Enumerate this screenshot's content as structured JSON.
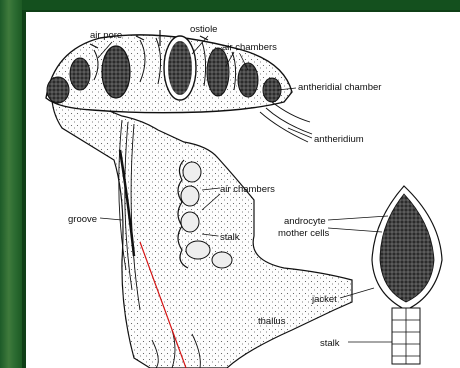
{
  "labels": {
    "air_pore": "air pore",
    "ostiole": "ostiole",
    "air_chambers_top": "air chambers",
    "antheridial_chamber": "antheridial chamber",
    "antheridium": "antheridium",
    "air_chambers_mid": "air chambers",
    "groove": "groove",
    "stalk_mid": "stalk",
    "thallus": "thallus",
    "androcyte_line1": "androcyte",
    "androcyte_line2": "mother cells",
    "jacket": "jacket",
    "stalk_right": "stalk"
  },
  "colors": {
    "background": "#14501e",
    "paper": "#ffffff",
    "ink": "#111111",
    "pointer": "#d41414"
  }
}
